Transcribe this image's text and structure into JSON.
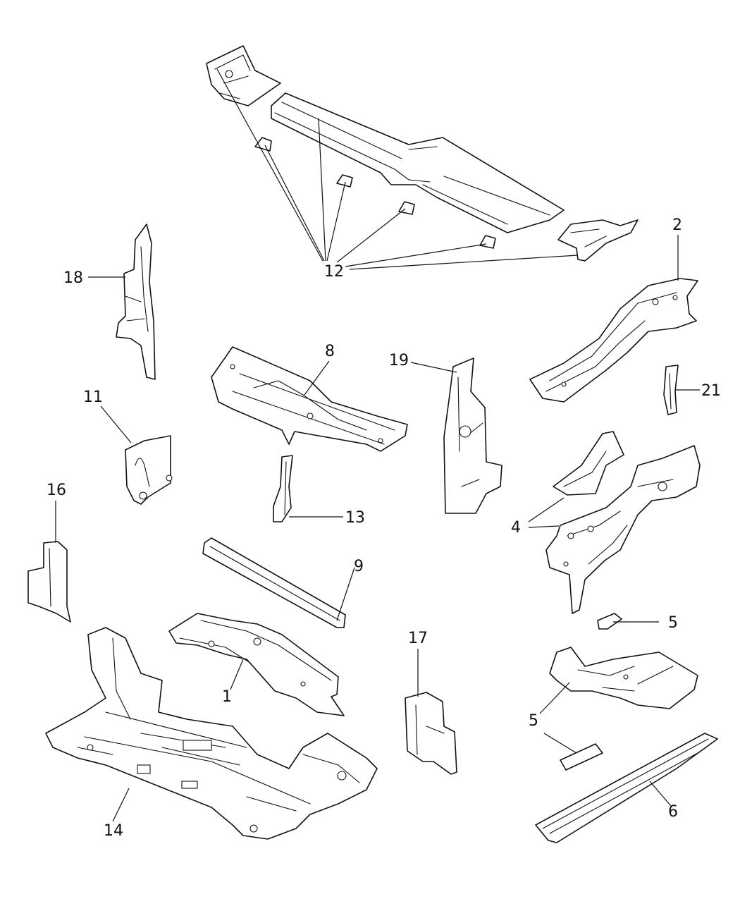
{
  "callouts": {
    "c1": "1",
    "c2": "2",
    "c4": "4",
    "c5a": "5",
    "c5b": "5",
    "c6": "6",
    "c8": "8",
    "c9": "9",
    "c11": "11",
    "c12": "12",
    "c13": "13",
    "c14": "14",
    "c16": "16",
    "c17": "17",
    "c18": "18",
    "c19": "19",
    "c21": "21"
  }
}
